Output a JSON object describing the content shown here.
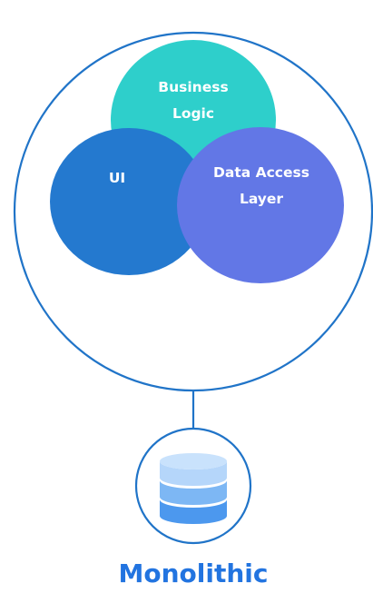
{
  "diagram": {
    "components": {
      "business_logic": {
        "line1": "Business",
        "line2": "Logic",
        "color": "#2ECFCB"
      },
      "ui": {
        "label": "UI",
        "color": "#2479CF"
      },
      "data_access": {
        "line1": "Data Access",
        "line2": "Layer",
        "color": "#6277E6"
      }
    },
    "outline_color": "#2074C8",
    "database_icon": {
      "name": "database-icon",
      "colors": [
        "#B5D6FA",
        "#7DB7F4",
        "#4C98EE"
      ]
    },
    "title": "Monolithic",
    "title_color": "#2274E0"
  }
}
